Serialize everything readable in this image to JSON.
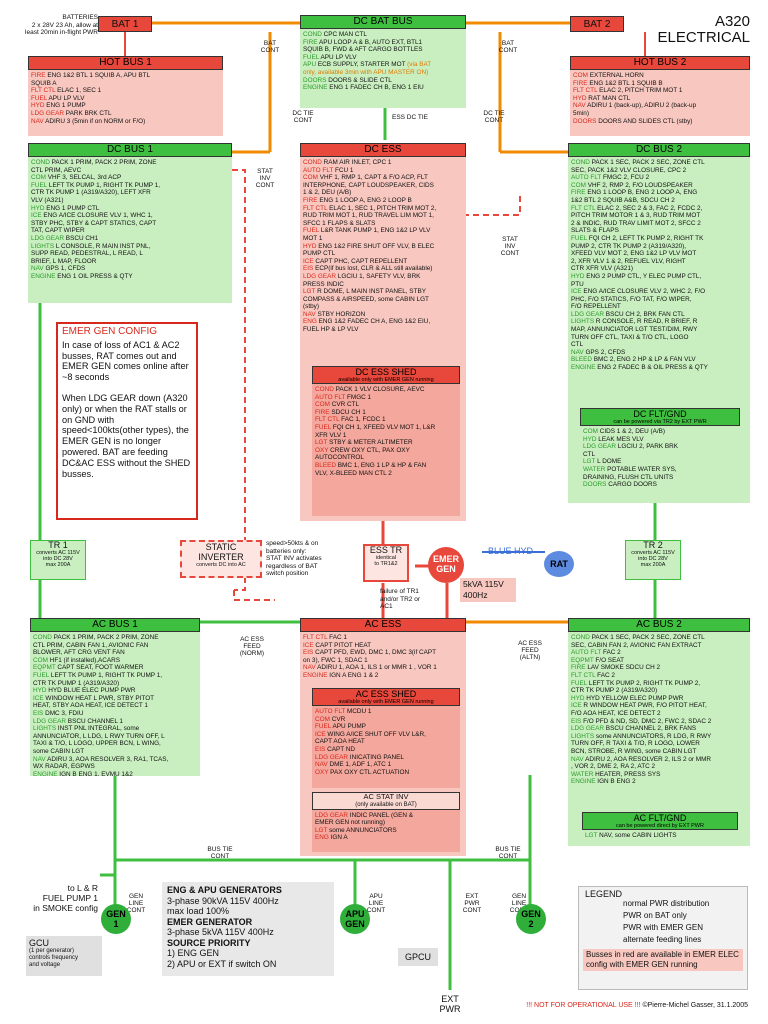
{
  "title": {
    "l1": "A320",
    "l2": "ELECTRICAL"
  },
  "batteries_note": [
    "BATTERIES",
    "2 x 28V 23 Ah, allow at",
    "least 20min in-flight PWR"
  ],
  "bat1": "BAT 1",
  "bat2": "BAT 2",
  "conn": {
    "bat_cont_l": [
      "BAT",
      "CONT"
    ],
    "bat_cont_r": [
      "BAT",
      "CONT"
    ],
    "dc_tie_l": [
      "DC TIE",
      "CONT"
    ],
    "dc_tie_r": [
      "DC TIE",
      "CONT"
    ],
    "ess_dc_tie": "ESS DC TIE",
    "stat_inv_l": [
      "STAT",
      "INV",
      "CONT"
    ],
    "stat_inv_r": [
      "STAT",
      "INV",
      "CONT"
    ],
    "ac_ess_norm": [
      "AC ESS",
      "FEED",
      "(NORM)"
    ],
    "ac_ess_altn": [
      "AC ESS",
      "FEED",
      "(ALTN)"
    ],
    "bus_tie_l": [
      "BUS TIE",
      "CONT"
    ],
    "bus_tie_r": [
      "BUS TIE",
      "CONT"
    ],
    "gen_line_l": [
      "GEN",
      "LINE",
      "CONT"
    ],
    "gen_line_r": [
      "GEN",
      "LINE",
      "CONT"
    ],
    "apu_line": [
      "APU",
      "LINE",
      "CONT"
    ],
    "ext_pwr_cont": [
      "EXT",
      "PWR",
      "CONT"
    ]
  },
  "dc_bat_bus": {
    "title": "DC BAT BUS",
    "lines": [
      [
        "COND",
        "g",
        " CPC MAN CTL"
      ],
      [
        "FIRE",
        "g",
        " APU LOOP A & B, AUTO EXT, BTL1"
      ],
      [
        "",
        "",
        "   SQUIB B, FWD & AFT CARGO BOTTLES"
      ],
      [
        "FUEL",
        "g",
        " APU LP VLV"
      ],
      [
        "APU",
        "g",
        " ECB SUPPLY, STARTER MOT "
      ],
      [
        "",
        "o",
        "   only, available 3min with APU MASTER ON)"
      ],
      [
        "DOORS",
        "g",
        " DOORS & SLIDE CTL"
      ],
      [
        "ENGINE",
        "g",
        " ENG 1 FADEC CH B, ENG 1 EIU"
      ]
    ],
    "apu_note": "(via BAT"
  },
  "hot1": {
    "title": "HOT BUS 1",
    "lines": [
      [
        "FIRE",
        "r",
        " ENG 1&2 BTL 1 SQUIB A, APU BTL"
      ],
      [
        "",
        "",
        "   SQUIB A"
      ],
      [
        "FLT CTL",
        "r",
        " ELAC 1, SEC 1"
      ],
      [
        "FUEL",
        "r",
        " APU LP VLV"
      ],
      [
        "HYD",
        "r",
        " ENG 1 PUMP"
      ],
      [
        "LDG GEAR",
        "r",
        " PARK BRK CTL"
      ],
      [
        "NAV",
        "r",
        " ADIRU 3 (5min if on NORM or F/O)"
      ]
    ]
  },
  "hot2": {
    "title": "HOT BUS 2",
    "lines": [
      [
        "COM",
        "r",
        " EXTERNAL HORN"
      ],
      [
        "FIRE",
        "r",
        " ENG 1&2 BTL 1 SQUIB B"
      ],
      [
        "FLT CTL",
        "r",
        " ELAC 2, PITCH TRIM MOT 1"
      ],
      [
        "HYD",
        "r",
        " RAT MAN CTL"
      ],
      [
        "NAV",
        "r",
        " ADIRU 1 (back-up), ADIRU 2 (back-up"
      ],
      [
        "",
        "",
        "   5min)"
      ],
      [
        "DOORS",
        "r",
        " DOORS AND SLIDES CTL (stby)"
      ]
    ]
  },
  "dc1": {
    "title": "DC BUS 1",
    "lines": [
      [
        "COND",
        "g",
        " PACK 1 PRIM, PACK 2 PRIM, ZONE"
      ],
      [
        "",
        "",
        "   CTL PRIM, AEVC"
      ],
      [
        "COM",
        "g",
        " VHF 3, SELCAL, 3rd ACP"
      ],
      [
        "FUEL",
        "g",
        " LEFT TK PUMP 1, RIGHT TK PUMP 1,"
      ],
      [
        "",
        "",
        "   CTR TK PUMP 1 (A319/A320), LEFT XFR"
      ],
      [
        "",
        "",
        "   VLV (A321)"
      ],
      [
        "HYD",
        "g",
        " ENG 1 PUMP CTL"
      ],
      [
        "ICE",
        "g",
        " ENG A/ICE CLOSURE VLV 1, WHC 1,"
      ],
      [
        "",
        "",
        "   STBY PHC, STBY & CAPT STATICS, CAPT"
      ],
      [
        "",
        "",
        "   TAT, CAPT WIPER"
      ],
      [
        "LDG GEAR",
        "g",
        " BSCU CH1"
      ],
      [
        "LIGHTS",
        "g",
        " L CONSOLE, R MAIN INST PNL,"
      ],
      [
        "",
        "",
        "   SUPP READ, PEDESTRAL, L READ, L"
      ],
      [
        "",
        "",
        "   BRIEF, L MAP, FLOOR"
      ],
      [
        "NAV",
        "g",
        " GPS 1, CFDS"
      ],
      [
        "ENGINE",
        "g",
        " ENG 1 OIL PRESS & QTY"
      ]
    ]
  },
  "dc_ess": {
    "title": "DC ESS",
    "lines": [
      [
        "COND",
        "r",
        " RAM AIR INLET, CPC 1"
      ],
      [
        "AUTO FLT",
        "r",
        " FCU 1"
      ],
      [
        "COM",
        "r",
        " VHF 1, RMP 1, CAPT & F/O ACP, FLT"
      ],
      [
        "",
        "",
        "   INTERPHONE, CAPT LOUDSPEAKER, CIDS"
      ],
      [
        "",
        "",
        "   1 & 2, DEU (A/B)"
      ],
      [
        "FIRE",
        "r",
        " ENG 1 LOOP A, ENG 2 LOOP B"
      ],
      [
        "FLT CTL",
        "r",
        " ELAC 1, SEC 1, PITCH TRIM MOT 2,"
      ],
      [
        "",
        "",
        "   RUD TRIM MOT 1, RUD TRAVEL LIM MOT 1,"
      ],
      [
        "",
        "",
        "   SFCC 1 FLAPS & SLATS"
      ],
      [
        "FUEL",
        "r",
        " L&R TANK PUMP 1, ENG 1&2 LP VLV"
      ],
      [
        "",
        "",
        "   MOT 1"
      ],
      [
        "HYD",
        "r",
        " ENG 1&2 FIRE SHUT OFF VLV, B ELEC"
      ],
      [
        "",
        "",
        "   PUMP CTL"
      ],
      [
        "ICE",
        "r",
        " CAPT PHC, CAPT REPELLENT"
      ],
      [
        "EIS",
        "r",
        " ECP(if bus lost, CLR & ALL still available)"
      ],
      [
        "LDG GEAR",
        "r",
        " LGCIU 1, SAFETY VLV, BRK"
      ],
      [
        "",
        "",
        "   PRESS INDIC"
      ],
      [
        "LGT",
        "r",
        " R DOME, L MAIN INST PANEL, STBY"
      ],
      [
        "",
        "",
        "   COMPASS & AIRSPEED, some CABIN LGT"
      ],
      [
        "",
        "",
        "   (stby)"
      ],
      [
        "NAV",
        "r",
        " STBY HORIZON"
      ],
      [
        "ENG",
        "r",
        " ENG 1&2 FADEC CH A, ENG 1&2 EIU,"
      ],
      [
        "",
        "",
        "   FUEL HP & LP VLV"
      ]
    ]
  },
  "dc_ess_shed": {
    "title": "DC ESS SHED",
    "note": "available only with EMER GEN running",
    "lines": [
      [
        "COND",
        "r",
        " PACK 1 VLV CLOSURE, AEVC"
      ],
      [
        "AUTO FLT",
        "r",
        " FMGC 1"
      ],
      [
        "COM",
        "r",
        " CVR CTL"
      ],
      [
        "FIRE",
        "r",
        " SDCU CH 1"
      ],
      [
        "FLT CTL",
        "r",
        " FAC 1, FCDC 1"
      ],
      [
        "FUEL",
        "r",
        " FQI CH 1, XFEED VLV MOT 1, L&R"
      ],
      [
        "",
        "",
        "   XFR VLV 1"
      ],
      [
        "LGT",
        "r",
        " STBY & METER ALTIMETER"
      ],
      [
        "OXY",
        "r",
        " CREW OXY CTL, PAX OXY"
      ],
      [
        "",
        "",
        "   AUTOCONTROL"
      ],
      [
        "BLEED",
        "r",
        " BMC 1, ENG 1 LP & HP & FAN"
      ],
      [
        "",
        "",
        "   VLV, X-BLEED MAN CTL 2"
      ]
    ]
  },
  "dc2": {
    "title": "DC BUS 2",
    "lines": [
      [
        "COND",
        "g",
        " PACK 1 SEC, PACK 2 SEC, ZONE CTL"
      ],
      [
        "",
        "",
        "   SEC, PACK 1&2 VLV CLOSURE, CPC 2"
      ],
      [
        "AUTO FLT",
        "g",
        " FMGC 2, FCU 2"
      ],
      [
        "COM",
        "g",
        " VHF 2, RMP 2, F/O LOUDSPEAKER"
      ],
      [
        "FIRE",
        "g",
        " ENG 1 LOOP B, ENG 2 LOOP A, ENG"
      ],
      [
        "",
        "",
        "   1&2 BTL 2 SQUIB A&B, SDCU CH 2"
      ],
      [
        "FLT CTL",
        "g",
        " ELAC 2, SEC 2 & 3, FAC 2, FCDC 2,"
      ],
      [
        "",
        "",
        "   PITCH TRIM MOTOR 1 & 3, RUD TRIM MOT"
      ],
      [
        "",
        "",
        "   2 & INDIC, RUD TRAV LIMIT MOT 2, SFCC 2"
      ],
      [
        "",
        "",
        "   SLATS & FLAPS"
      ],
      [
        "FUEL",
        "g",
        " FQI CH 2, LEFT TK PUMP 2, RIGHT TK"
      ],
      [
        "",
        "",
        "   PUMP 2, CTR TK PUMP 2 (A319/A320),"
      ],
      [
        "",
        "",
        "   XFEED VLV MOT 2, ENG 1&2 LP VLV MOT"
      ],
      [
        "",
        "",
        "   2, XFR VLV 1 & 2, REFUEL VLV, RIGHT"
      ],
      [
        "",
        "",
        "   CTR XFR VLV (A321)"
      ],
      [
        "HYD",
        "g",
        " ENG 2 PUMP CTL, Y ELEC PUMP CTL,"
      ],
      [
        "",
        "",
        "   PTU"
      ],
      [
        "ICE",
        "g",
        " ENG A/ICE CLOSURE VLV 2, WHC 2, F/O"
      ],
      [
        "",
        "",
        "   PHC, F/O STATICS, F/O TAT, F/O WIPER,"
      ],
      [
        "",
        "",
        "   F/O REPELLENT"
      ],
      [
        "LDG GEAR",
        "g",
        " BSCU CH 2, BRK FAN CTL"
      ],
      [
        "LIGHTS",
        "g",
        " R CONSOLE, R READ, R BRIEF, R"
      ],
      [
        "",
        "",
        "   MAP, ANNUNCIATOR LGT TEST/DIM, RWY"
      ],
      [
        "",
        "",
        "   TURN OFF CTL, TAXI & T/O CTL, LOGO"
      ],
      [
        "",
        "",
        "   CTL"
      ],
      [
        "NAV",
        "g",
        " GPS 2, CFDS"
      ],
      [
        "BLEED",
        "g",
        " BMC 2, ENG 2 HP & LP & FAN VLV"
      ],
      [
        "ENGINE",
        "g",
        " ENG 2 FADEC B & OIL PRESS & QTY"
      ]
    ]
  },
  "dc_fltgnd": {
    "title": "DC FLT/GND",
    "note": "can be powered via TR2 by EXT PWR",
    "lines": [
      [
        "COM",
        "g",
        " CIDS 1 & 2, DEU (A/B)"
      ],
      [
        "HYD",
        "g",
        " LEAK MES VLV"
      ],
      [
        "LDG GEAR",
        "g",
        " LGCIU 2, PARK BRK"
      ],
      [
        "",
        "",
        "   CTL"
      ],
      [
        "LGT",
        "g",
        " L DOME"
      ],
      [
        "WATER",
        "g",
        " POTABLE WATER SYS,"
      ],
      [
        "",
        "",
        "   DRAINING, FLUSH CTL UNITS"
      ],
      [
        "DOORS",
        "g",
        " CARGO DOORS"
      ]
    ]
  },
  "emer_cfg": {
    "title": "EMER GEN CONFIG",
    "p1": "In case of loss of AC1 & AC2 busses, RAT comes out and EMER GEN comes online after ~8 seconds",
    "p2": "When LDG GEAR down (A320 only) or when the RAT stalls or on GND with speed<100kts(other types), the EMER GEN is no longer powered. BAT are feeding DC&AC ESS without the SHED busses."
  },
  "tr1": {
    "title": "TR 1",
    "lines": [
      "converts AC 115V",
      "into DC 28V",
      "max 200A"
    ]
  },
  "tr2": {
    "title": "TR 2",
    "lines": [
      "converts AC 115V",
      "into DC 28V",
      "max 200A"
    ]
  },
  "static_inv": {
    "title": [
      "STATIC",
      "INVERTER"
    ],
    "sub": "converts DC into AC",
    "note": [
      "speed>50kts & on",
      "batteries only:",
      "STAT INV activates",
      "regardless of BAT",
      "switch position"
    ]
  },
  "ess_tr": {
    "title": "ESS TR",
    "sub": [
      "identical",
      "to TR1&2"
    ],
    "note": [
      "failure of TR1",
      "and/or TR2 or",
      "AC1"
    ]
  },
  "emer_gen": {
    "l1": "EMER",
    "l2": "GEN",
    "spec": [
      "5kVA 115V",
      "400Hz"
    ]
  },
  "blue_hyd": "BLUE HYD",
  "rat": "RAT",
  "ac1": {
    "title": "AC BUS 1",
    "lines": [
      [
        "COND",
        "g",
        " PACK 1 PRIM, PACK 2 PRIM, ZONE"
      ],
      [
        "",
        "",
        "   CTL PRIM, CABIN FAN 1, AVIONIC FAN"
      ],
      [
        "",
        "",
        "   BLOWER, AFT CRG VENT FAN"
      ],
      [
        "COM",
        "g",
        " HF1 (if installed),ACARS"
      ],
      [
        "EQPMT",
        "g",
        " CAPT SEAT, FOOT WARMER"
      ],
      [
        "FUEL",
        "g",
        " LEFT TK PUMP 1, RIGHT TK PUMP 1,"
      ],
      [
        "",
        "",
        "   CTR TK PUMP 1 (A319/A320)"
      ],
      [
        "HYD",
        "g",
        " HYD BLUE ELEC PUMP PWR"
      ],
      [
        "ICE",
        "g",
        " WINDOW HEAT L PWR, STBY PITOT"
      ],
      [
        "",
        "",
        "   HEAT, STBY AOA HEAT, ICE DETECT 1"
      ],
      [
        "EIS",
        "g",
        " DMC 3, FDIU"
      ],
      [
        "LDG GEAR",
        "g",
        " BSCU CHANNEL 1"
      ],
      [
        "LIGHTS",
        "g",
        " INST PNL INTEGRAL, some"
      ],
      [
        "",
        "",
        "   ANNUNCIATOR, L LDG, L RWY TURN OFF, L"
      ],
      [
        "",
        "",
        "   TAXI & T/O, L LOGO, UPPER BCN, L WING,"
      ],
      [
        "",
        "",
        "   some CABIN LGT"
      ],
      [
        "NAV",
        "g",
        " ADIRU 3, AOA RESOLVER 3, RA1, TCAS,"
      ],
      [
        "",
        "",
        "   WX RADAR, EGPWS"
      ],
      [
        "ENGINE",
        "g",
        " IGN B ENG 1, EVMU 1&2"
      ]
    ]
  },
  "ac_ess": {
    "title": "AC ESS",
    "lines": [
      [
        "FLT CTL",
        "r",
        " FAC 1"
      ],
      [
        "ICE",
        "r",
        " CAPT PITOT HEAT"
      ],
      [
        "EIS",
        "r",
        " CAPT PFD, EWD, DMC 1, DMC 3(if CAPT"
      ],
      [
        "",
        "",
        "   on 3), FWC 1, SDAC 1"
      ],
      [
        "NAV",
        "r",
        " ADIRU 1, AOA 1, ILS 1 or MMR 1 , VOR 1"
      ],
      [
        "ENGINE",
        "r",
        " IGN A ENG 1 & 2"
      ]
    ]
  },
  "ac_ess_shed": {
    "title": "AC ESS SHED",
    "note": "available only with EMER GEN running",
    "lines": [
      [
        "AUTO FLT",
        "r",
        " MCDU 1"
      ],
      [
        "COM",
        "r",
        " CVR"
      ],
      [
        "FUEL",
        "r",
        " APU PUMP"
      ],
      [
        "ICE",
        "r",
        " WING A/ICE SHUT OFF VLV L&R,"
      ],
      [
        "",
        "",
        "   CAPT AOA HEAT"
      ],
      [
        "EIS",
        "r",
        " CAPT ND"
      ],
      [
        "LDG GEAR",
        "r",
        " INICATING PANEL"
      ],
      [
        "NAV",
        "r",
        " DME 1, ADF 1, ATC 1"
      ],
      [
        "OXY",
        "r",
        " PAX OXY CTL ACTUATION"
      ]
    ]
  },
  "ac_stat_inv": {
    "title": "AC STAT INV",
    "note": "(only available on BAT)",
    "lines": [
      [
        "LDG GEAR",
        "r",
        " INDIC PANEL (GEN &"
      ],
      [
        "",
        "",
        "   EMER GEN not running)"
      ],
      [
        "LGT",
        "r",
        " some ANNUNCIATORS"
      ],
      [
        "ENG",
        "r",
        " IGN A"
      ]
    ]
  },
  "ac2": {
    "title": "AC BUS 2",
    "lines": [
      [
        "COND",
        "g",
        " PACK 1 SEC, PACK 2 SEC, ZONE CTL"
      ],
      [
        "",
        "",
        "   SEC, CABIN FAN 2, AVIONIC FAN EXTRACT"
      ],
      [
        "AUTO FLT",
        "g",
        " FAC 2"
      ],
      [
        "EQPMT",
        "g",
        " F/O SEAT"
      ],
      [
        "FIRE",
        "g",
        " LAV SMOKE SDCU CH 2"
      ],
      [
        "FLT CTL",
        "g",
        " FAC 2"
      ],
      [
        "FUEL",
        "g",
        " LEFT TK PUMP 2, RIGHT TK PUMP 2,"
      ],
      [
        "",
        "",
        "   CTR TK PUMP 2 (A319/A320)"
      ],
      [
        "HYD",
        "g",
        " HYD YELLOW ELEC PUMP PWR"
      ],
      [
        "ICE",
        "g",
        " R WINDOW HEAT PWR, F/O PITOT HEAT,"
      ],
      [
        "",
        "",
        "   F/O AOA HEAT, ICE DETECT 2"
      ],
      [
        "EIS",
        "g",
        " F/O PFD & ND, SD, DMC 2, FWC 2, SDAC 2"
      ],
      [
        "LDG GEAR",
        "g",
        " BSCU CHANNEL 2, BRK FANS"
      ],
      [
        "LIGHTS",
        "g",
        " some ANNUNCIATORS, R LDG, R RWY"
      ],
      [
        "",
        "",
        "   TURN OFF, R TAXI & T/O, R LOGO, LOWER"
      ],
      [
        "",
        "",
        "   BCN, STROBE, R WING, some CABIN LGT"
      ],
      [
        "NAV",
        "g",
        " ADIRU 2, AOA RESOLVER 2, ILS 2 or MMR"
      ],
      [
        "",
        "",
        "   , VOR 2, DME 2, RA 2, ATC 2"
      ],
      [
        "WATER",
        "g",
        " HEATER, PRESS SYS"
      ],
      [
        "ENGINE",
        "g",
        " IGN B ENG 2"
      ]
    ]
  },
  "ac_fltgnd": {
    "title": "AC FLT/GND",
    "note": "can be powered direct by EXT PWR",
    "lines": [
      [
        "LGT",
        "g",
        " NAV, some CABIN LIGHTS"
      ]
    ]
  },
  "gens": {
    "title1": "ENG & APU GENERATORS",
    "spec1": [
      "3-phase 90kVA 115V 400Hz",
      "max load 100%"
    ],
    "title2": "EMER GENERATOR",
    "spec2": "3-phase 5kVA 115V 400Hz",
    "title3": "SOURCE PRIORITY",
    "prio": [
      "1) ENG GEN",
      "2) APU or EXT if switch ON"
    ]
  },
  "gen1": [
    "GEN",
    "1"
  ],
  "gen2": [
    "GEN",
    "2"
  ],
  "apu_gen": [
    "APU",
    "GEN"
  ],
  "gpcu": "GPCU",
  "ext_pwr": [
    "EXT",
    "PWR"
  ],
  "gcu": {
    "title": "GCU",
    "lines": [
      "(1 per generator)",
      "controls frequency",
      "and voltage"
    ]
  },
  "fuel_pump_note": [
    "to L & R",
    "FUEL PUMP 1",
    "in SMOKE config"
  ],
  "legend": {
    "title": "LEGEND",
    "items": [
      "normal PWR distribution",
      "PWR on BAT only",
      "PWR with EMER GEN",
      "alternate feeding lines"
    ],
    "note": "Busses in red are available in EMER ELEC config with EMER GEN running",
    "colors": {
      "green": "#3fbf3f",
      "red": "#e8473b",
      "orange": "#f08a00"
    }
  },
  "footer": {
    "warn": "!!! NOT FOR OPERATIONAL USE !!!",
    "credit": " ©Pierre-Michel Gasser, 31.1.2005"
  }
}
